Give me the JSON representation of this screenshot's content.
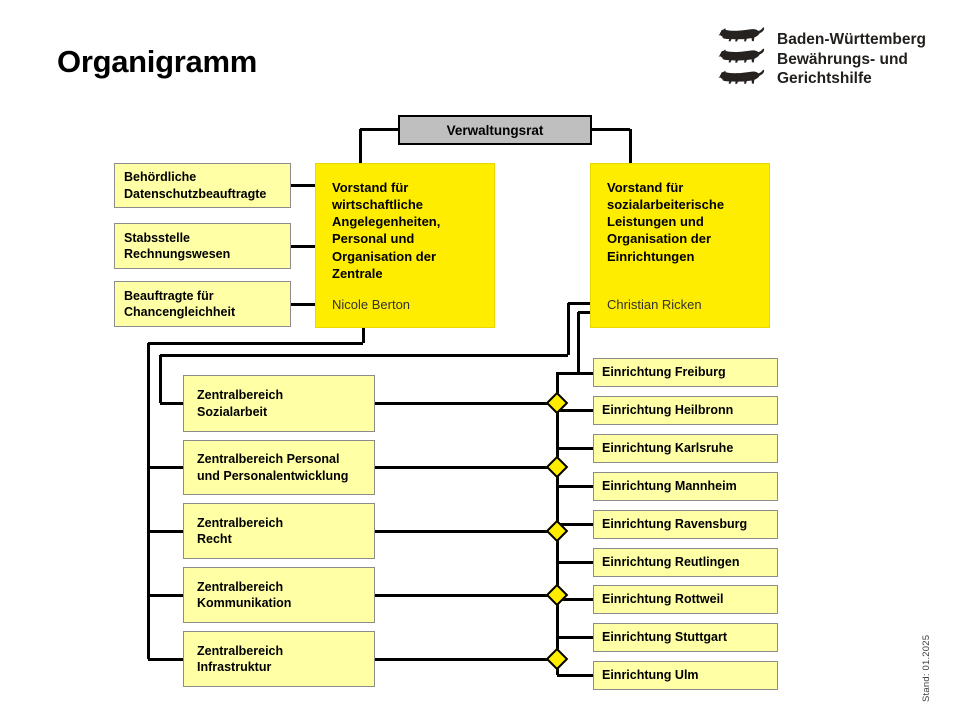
{
  "title": "Organigramm",
  "stand_note": "Stand: 01.2025",
  "logo": {
    "icon": "bw-three-lions-icon",
    "line1": "Baden-Württemberg",
    "line2": "Bewährungs- und",
    "line3": "Gerichtshilfe"
  },
  "board": {
    "label": "Verwaltungsrat"
  },
  "executives": [
    {
      "title": "Vorstand für wirtschaftliche Angelegenheiten, Personal und Organisation der Zentrale",
      "name": "Nicole Berton"
    },
    {
      "title": "Vorstand für sozialarbeiterische Leistungen und Organisation der Einrichtungen",
      "name": "Christian Ricken"
    }
  ],
  "staff_units": [
    {
      "line1": "Behördliche",
      "line2": "Datenschutzbeauftragte"
    },
    {
      "line1": "Stabsstelle",
      "line2": "Rechnungswesen"
    },
    {
      "line1": "Beauftragte für",
      "line2": "Chancengleichheit"
    }
  ],
  "central_departments": [
    {
      "line1": "Zentralbereich",
      "line2": "Sozialarbeit"
    },
    {
      "line1": "Zentralbereich Personal",
      "line2": "und Personalentwicklung"
    },
    {
      "line1": "Zentralbereich",
      "line2": "Recht"
    },
    {
      "line1": "Zentralbereich",
      "line2": "Kommunikation"
    },
    {
      "line1": "Zentralbereich",
      "line2": "Infrastruktur"
    }
  ],
  "facilities": [
    {
      "label": "Einrichtung Freiburg"
    },
    {
      "label": "Einrichtung Heilbronn"
    },
    {
      "label": "Einrichtung Karlsruhe"
    },
    {
      "label": "Einrichtung Mannheim"
    },
    {
      "label": "Einrichtung Ravensburg"
    },
    {
      "label": "Einrichtung Reutlingen"
    },
    {
      "label": "Einrichtung Rottweil"
    },
    {
      "label": "Einrichtung Stuttgart"
    },
    {
      "label": "Einrichtung Ulm"
    }
  ],
  "colors": {
    "accent_yellow": "#FFED00",
    "light_yellow": "#FFFFA6",
    "board_gray": "#BFBFBF",
    "line_black": "#000000"
  }
}
